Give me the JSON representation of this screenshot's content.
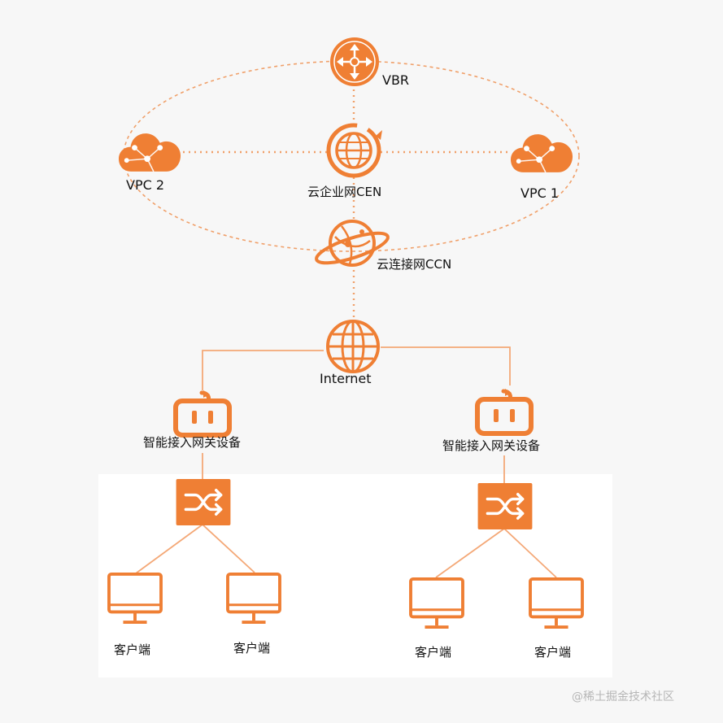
{
  "colors": {
    "accent": "#ef7f34",
    "accent_light": "#f4a877",
    "text": "#111111",
    "panel": "#ffffff",
    "background": "#f7f7f7"
  },
  "nodes": {
    "vbr": {
      "label": "VBR",
      "icon": "router-icon"
    },
    "cen": {
      "label": "云企业网CEN",
      "icon": "globe-ring-icon"
    },
    "vpc1": {
      "label": "VPC 1",
      "icon": "cloud-icon"
    },
    "vpc2": {
      "label": "VPC 2",
      "icon": "cloud-icon"
    },
    "ccn": {
      "label": "云连接网CCN",
      "icon": "orbit-globe-icon"
    },
    "internet": {
      "label": "Internet",
      "icon": "globe-icon"
    },
    "gateway_left": {
      "label": "智能接入网关设备",
      "icon": "gateway-device-icon"
    },
    "gateway_right": {
      "label": "智能接入网关设备",
      "icon": "gateway-device-icon"
    },
    "switch_left": {
      "icon": "switch-icon"
    },
    "switch_right": {
      "icon": "switch-icon"
    },
    "client_1": {
      "label": "客户端",
      "icon": "monitor-icon"
    },
    "client_2": {
      "label": "客户端",
      "icon": "monitor-icon"
    },
    "client_3": {
      "label": "客户端",
      "icon": "monitor-icon"
    },
    "client_4": {
      "label": "客户端",
      "icon": "monitor-icon"
    }
  },
  "watermark": "@稀土掘金技术社区"
}
